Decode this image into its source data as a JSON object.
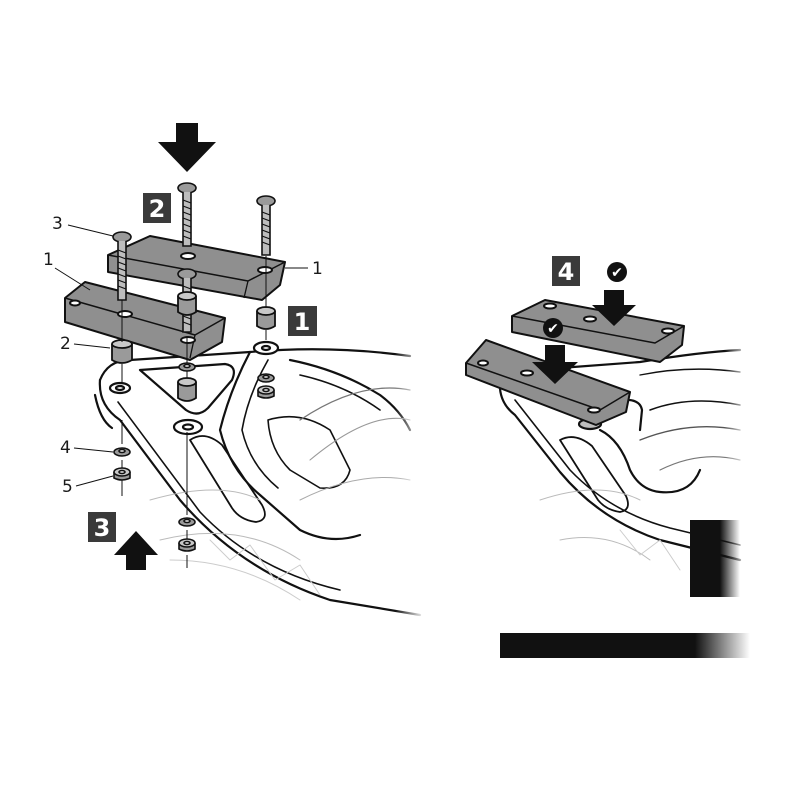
{
  "steps": {
    "step1": "1",
    "step2": "2",
    "step3": "3",
    "step4": "4"
  },
  "parts": {
    "plate_right": "1",
    "plate_left": "1",
    "spacer": "2",
    "bolt": "3",
    "washer": "4",
    "nut": "5"
  },
  "checks": {
    "check_a": "✔",
    "check_b": "✔"
  },
  "colors": {
    "step_box": "#3a3a3a",
    "ink": "#111111",
    "metal": "#8f8f8f",
    "metal_dark": "#5e5e5e",
    "frame_fill": "#ffffff"
  }
}
